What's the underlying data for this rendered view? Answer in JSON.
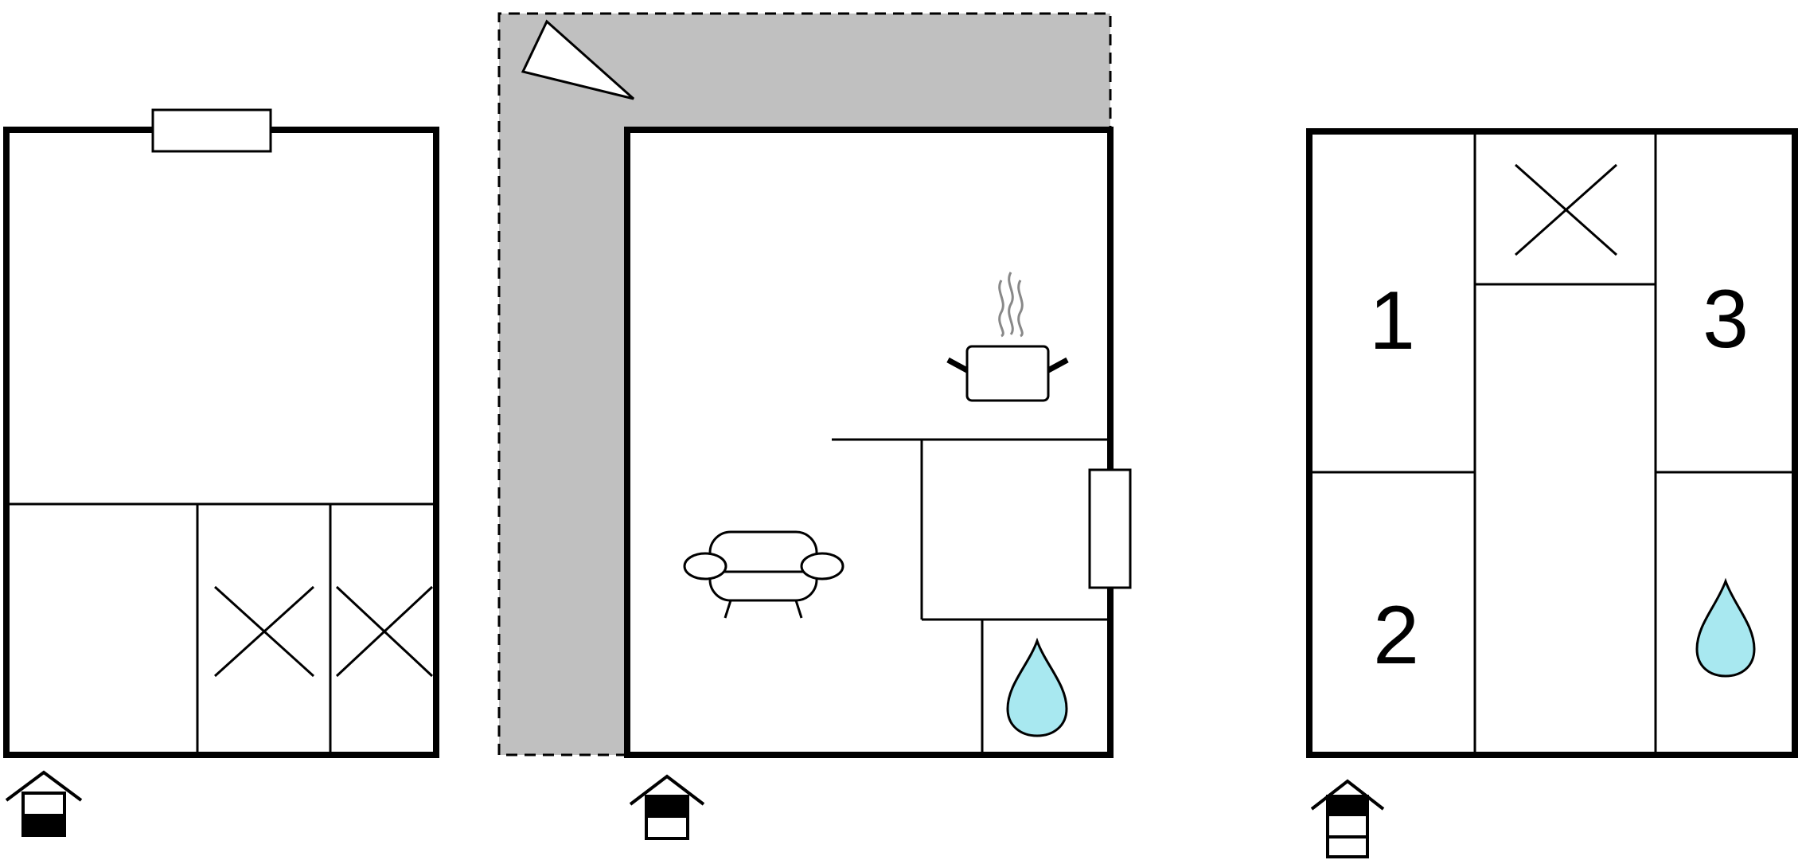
{
  "colors": {
    "wall": "#000000",
    "terrace": "#c0c0c0",
    "water": "#a8e8f0",
    "steam": "#888888",
    "background": "#ffffff"
  },
  "plans": [
    {
      "floor_level": "basement",
      "floor_icon": "house-level-icon",
      "rooms": [
        "room-large",
        "room-bottom-left",
        "room-storage-1",
        "room-storage-2"
      ],
      "symbols": [
        "window",
        "cross",
        "cross"
      ]
    },
    {
      "floor_level": "ground",
      "floor_icon": "house-level-icon",
      "rooms": [
        "terrace",
        "living-area",
        "kitchen",
        "bathroom"
      ],
      "symbols": [
        "compass",
        "stove-pot",
        "sofa",
        "water-drop",
        "window"
      ]
    },
    {
      "floor_level": "upper",
      "floor_icon": "house-level-icon",
      "rooms": [
        "bedroom-1",
        "bedroom-2",
        "bedroom-3",
        "hallway",
        "storage",
        "bathroom"
      ],
      "symbols": [
        "cross",
        "water-drop"
      ]
    }
  ],
  "bedrooms": {
    "one": "1",
    "two": "2",
    "three": "3"
  }
}
